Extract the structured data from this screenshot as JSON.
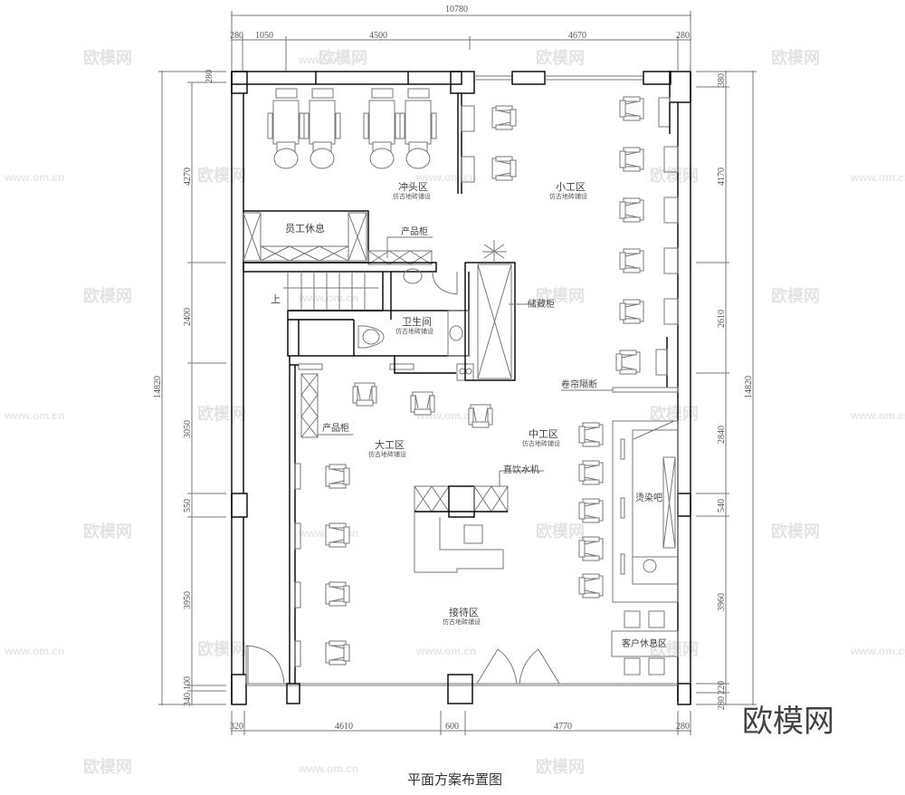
{
  "title": "平面方案布置图",
  "logo": "欧模网",
  "watermarks": {
    "brand": "欧模网",
    "url": "www.om.cn"
  },
  "dimensions": {
    "top_total": "10780",
    "top": [
      "280",
      "1050",
      "4500",
      "4670",
      "280"
    ],
    "bottom": [
      "320",
      "4610",
      "600",
      "4770",
      "280"
    ],
    "left_total": "14820",
    "left": [
      "280",
      "4270",
      "2400",
      "3050",
      "550",
      "3950",
      "100",
      "340"
    ],
    "right_total": "14820",
    "right": [
      "380",
      "4170",
      "2610",
      "2840",
      "540",
      "3960",
      "220",
      "280"
    ]
  },
  "rooms": {
    "wash": {
      "name": "冲头区",
      "floor": "仿古地砖铺设"
    },
    "small_work": {
      "name": "小工区",
      "floor": "仿古地砖铺设"
    },
    "staff_rest": {
      "name": "员工休息"
    },
    "product_cabinet_top": {
      "name": "产品柜"
    },
    "toilet": {
      "name": "卫生间",
      "floor": "仿古地砖铺设"
    },
    "storage_cabinet": {
      "name": "储藏柜"
    },
    "stairs_up": {
      "name": "上"
    },
    "curtain_partition": {
      "name": "卷帘隔断"
    },
    "product_cabinet_left": {
      "name": "产品柜"
    },
    "large_work": {
      "name": "大工区",
      "floor": "仿古地砖铺设"
    },
    "mid_work": {
      "name": "中工区",
      "floor": "仿古地砖铺设"
    },
    "water_dispenser": {
      "name": "直饮水机"
    },
    "dye_bar": {
      "name": "烫染吧"
    },
    "reception": {
      "name": "接待区",
      "floor": "仿古地砖铺设"
    },
    "customer_lounge": {
      "name": "客户休息区"
    }
  }
}
